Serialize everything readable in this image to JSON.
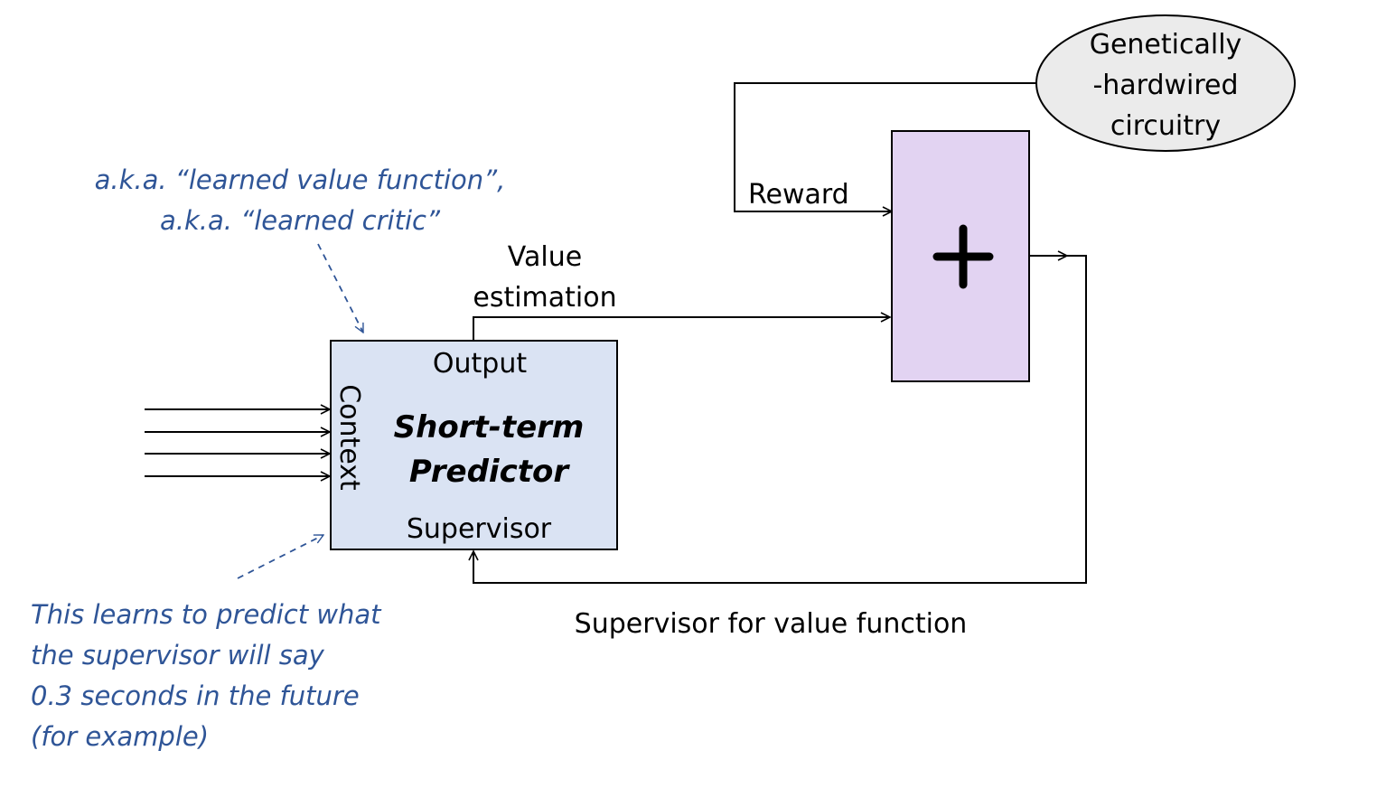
{
  "diagram": {
    "predictor": {
      "title_line1": "Short-term",
      "title_line2": "Predictor",
      "output_label": "Output",
      "context_label": "Context",
      "supervisor_label": "Supervisor",
      "fill": "#dae3f3"
    },
    "adder": {
      "symbol": "+",
      "fill": "#e2d3f2"
    },
    "genetic": {
      "line1": "Genetically",
      "line2": "-hardwired",
      "line3": "circuitry",
      "fill": "#ebebeb"
    },
    "edges": {
      "value_line1": "Value",
      "value_line2": "estimation",
      "reward": "Reward",
      "supervisor_for_value": "Supervisor for value function"
    },
    "notes": {
      "color": "#2f5597",
      "aka_line1": "a.k.a. “learned value function”,",
      "aka_line2": "a.k.a. “learned critic”",
      "learns_line1": "This learns to predict what",
      "learns_line2": "the supervisor will say",
      "learns_line3": "0.3 seconds in the future",
      "learns_line4": "(for example)"
    }
  }
}
